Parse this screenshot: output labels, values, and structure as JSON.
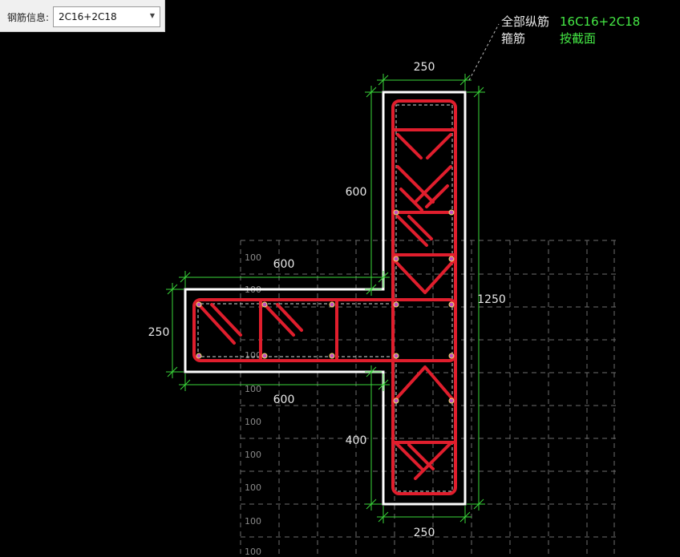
{
  "panel": {
    "label": "钢筋信息:",
    "selected_value": "2C16+2C18",
    "dropdown_icon": "chevron-down-icon"
  },
  "callout": {
    "longitudinal_label": "全部纵筋",
    "longitudinal_value": "16C16+2C18",
    "stirrup_label": "箍筋",
    "stirrup_value": "按截面"
  },
  "dimensions": {
    "top_width": "250",
    "upper_height": "600",
    "total_height": "1250",
    "flange_top_length": "600",
    "flange_depth": "250",
    "flange_bottom_length": "600",
    "lower_height": "400",
    "bottom_width": "250"
  },
  "grid": {
    "spacing_label": "100",
    "row_label_count": 9
  },
  "colors": {
    "background": "#000000",
    "section_outline": "#ffffff",
    "rebar": "#e01e2d",
    "dimension": "#3ad63a",
    "grid": "#6e6e6e",
    "callout_value": "#45e845"
  }
}
